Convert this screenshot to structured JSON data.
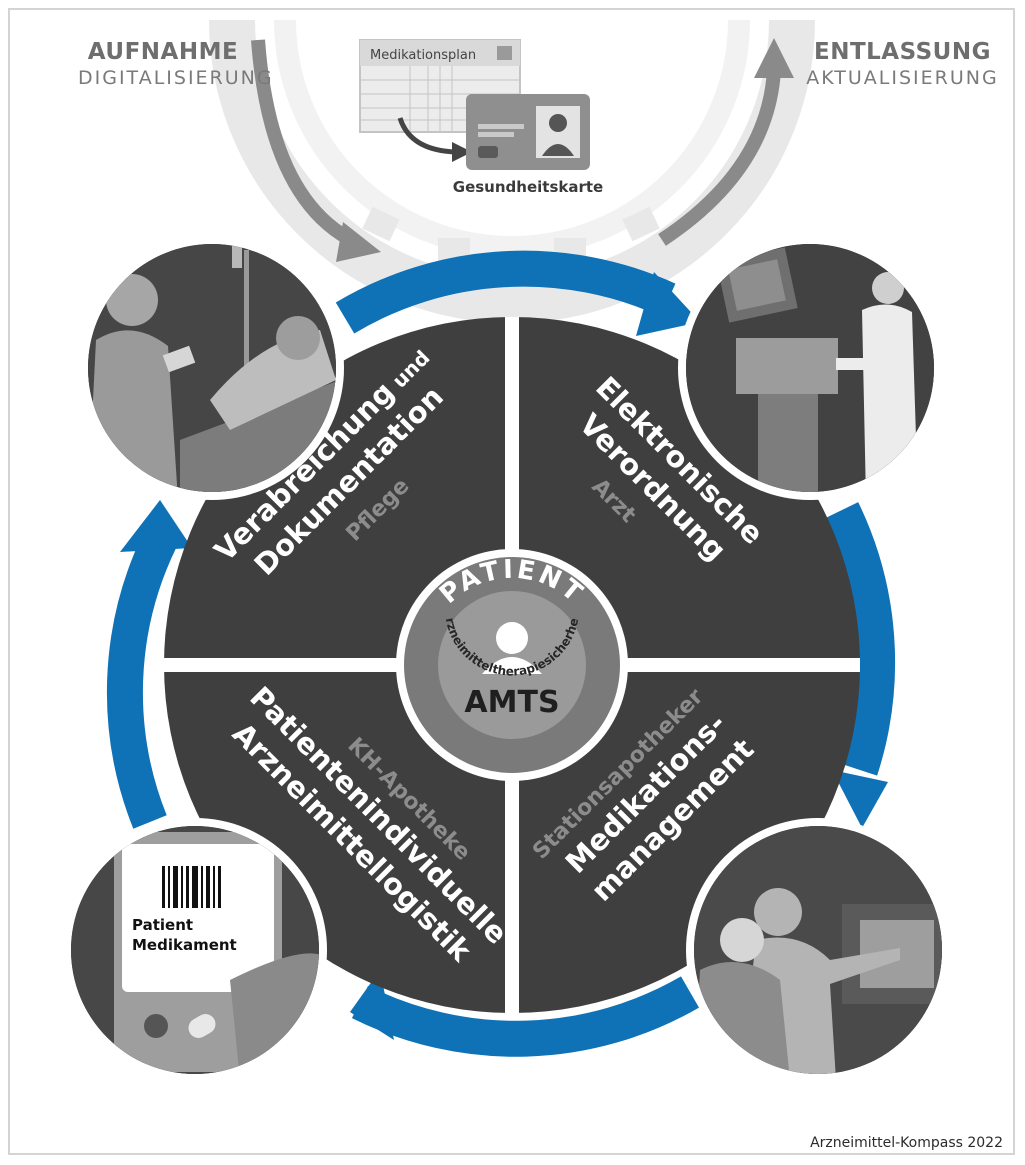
{
  "corner_left": {
    "title": "AUFNAHME",
    "subtitle": "DIGITALISIERUNG"
  },
  "corner_right": {
    "title": "ENTLASSUNG",
    "subtitle": "AKTUALISIERUNG"
  },
  "top_card": {
    "plan_label": "Medikationsplan",
    "card_label": "Gesundheitskarte"
  },
  "center": {
    "ring_top": "PATIENT",
    "main": "AMTS",
    "ring_bottom": "Arzneimitteltherapiesicherheit"
  },
  "quadrants": {
    "top_left": {
      "line1_bold": "Verabreichung",
      "line1_small": " und",
      "line2": "Dokumentation",
      "role": "Pflege"
    },
    "top_right": {
      "line1": "Elektronische",
      "line2": "Verordnung",
      "role": "Arzt"
    },
    "bottom_left": {
      "role": "KH-Apotheke",
      "line1": "Patientenindividuelle",
      "line2": "Arzneimittellogistik"
    },
    "bottom_right": {
      "role": "Stationsapotheker",
      "line1": "Medikations-",
      "line2": "management"
    }
  },
  "barcode_label": {
    "line1": "Patient",
    "line2": "Medikament"
  },
  "colors": {
    "blue": "#0f72b6",
    "dark": "#3f3f3f",
    "ring": "#777777",
    "light_gray": "#e6e6e6"
  },
  "credit": "Arzneimittel-Kompass 2022"
}
